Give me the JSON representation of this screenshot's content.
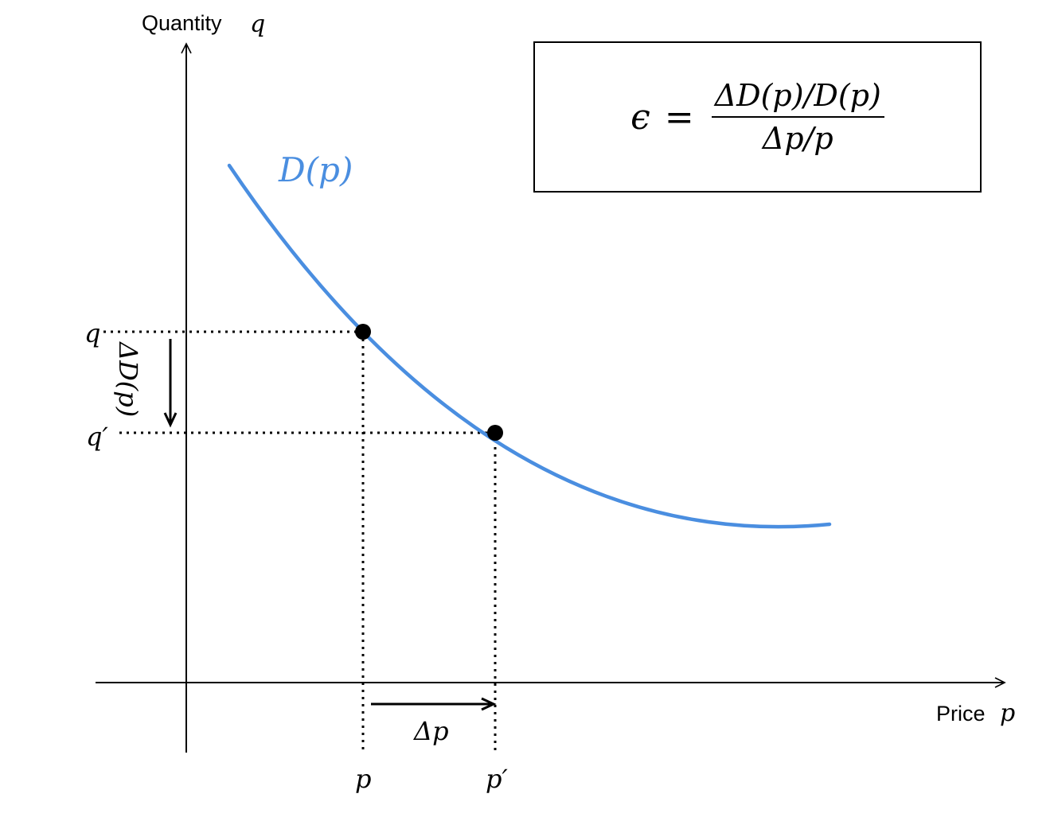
{
  "axes": {
    "y_label": "Quantity",
    "y_symbol": "q",
    "x_label": "Price",
    "x_symbol": "p"
  },
  "curve": {
    "label": "D(p)",
    "color": "#4a8ee0"
  },
  "points": {
    "q": "q",
    "q_prime": "q′",
    "p": "p",
    "p_prime": "p′"
  },
  "deltas": {
    "delta_p": "Δp",
    "delta_d": "ΔD(p)"
  },
  "formula": {
    "epsilon": "ϵ",
    "equals": "=",
    "numerator": "ΔD(p)/D(p)",
    "denominator": "Δp/p"
  }
}
